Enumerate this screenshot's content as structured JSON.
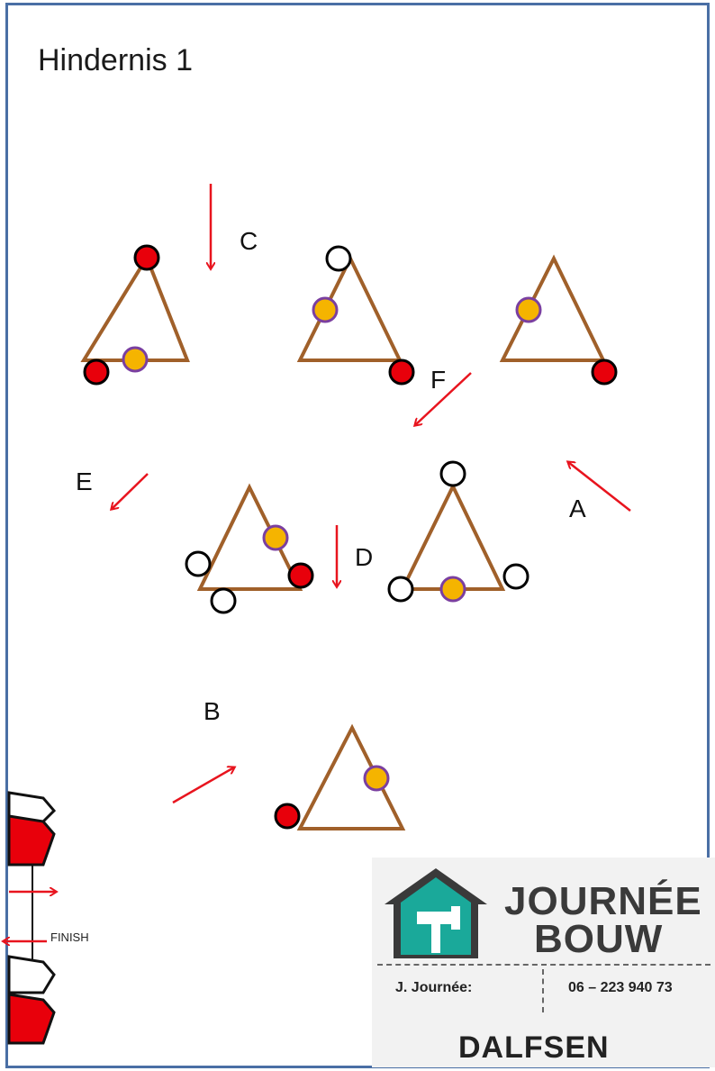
{
  "title": "Hindernis 1",
  "route_labels": {
    "a": "A",
    "b": "B",
    "c": "C",
    "d": "D",
    "e": "E",
    "f": "F"
  },
  "finish_label": "FINISH",
  "colors": {
    "triangle": "#a0602a",
    "red_ball": "#e8000b",
    "white_ball": "#ffffff",
    "yellow_ball": "#f5b400",
    "yellow_ball_ring": "#7a3fa0",
    "arrow": "#e8141e",
    "frame": "#4a6fa5"
  },
  "sponsor": {
    "name_line1": "JOURNÉE",
    "name_line2": "BOUW",
    "contact_name": "J. Journée:",
    "phone": "06 – 223 940 73",
    "city": "DALFSEN",
    "logo_icon": "house-hammer-icon",
    "logo_color": "#1aa99a"
  }
}
